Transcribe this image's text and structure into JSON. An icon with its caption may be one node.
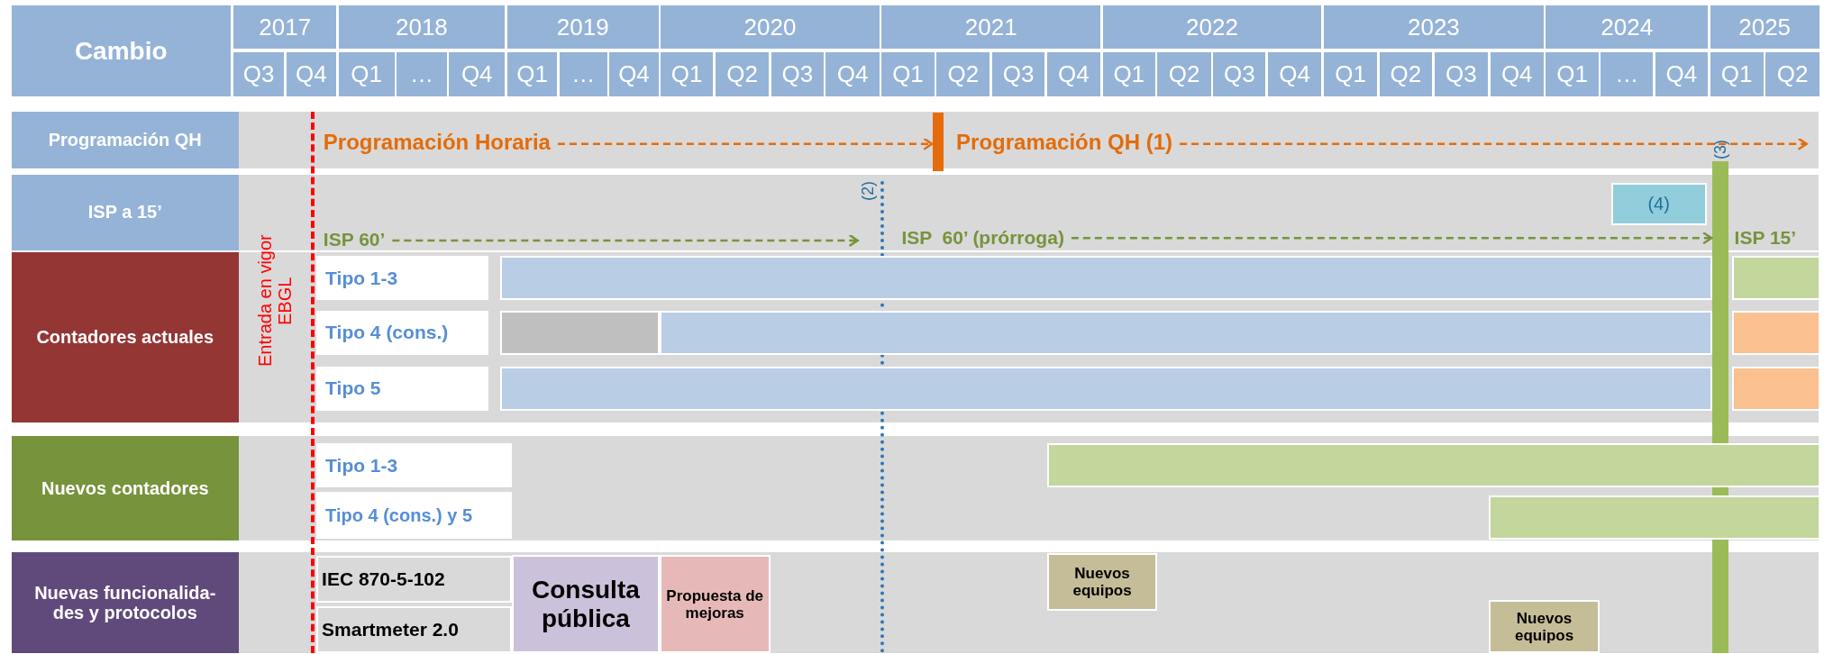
{
  "diagram": {
    "nodes": [
      {
        "text": [
          "Cambio"
        ]
      },
      {
        "text": [
          "2017"
        ]
      },
      {
        "text": [
          "2018"
        ]
      },
      {
        "text": [
          "2019"
        ]
      },
      {
        "text": [
          "2020"
        ]
      },
      {
        "text": [
          "2021"
        ]
      },
      {
        "text": [
          "2022"
        ]
      },
      {
        "text": [
          "2023"
        ]
      },
      {
        "text": [
          "2024"
        ]
      },
      {
        "text": [
          "2025"
        ]
      },
      {
        "text": [
          "Q3"
        ]
      },
      {
        "text": [
          "Q4"
        ]
      },
      {
        "text": [
          "Q1"
        ]
      },
      {
        "text": [
          "…"
        ]
      },
      {
        "text": [
          "Q4"
        ]
      },
      {
        "text": [
          "Q1"
        ]
      },
      {
        "text": [
          "…"
        ]
      },
      {
        "text": [
          "Q4"
        ]
      },
      {
        "text": [
          "Q1"
        ]
      },
      {
        "text": [
          "Q2"
        ]
      },
      {
        "text": [
          "Q3"
        ]
      },
      {
        "text": [
          "Q4"
        ]
      },
      {
        "text": [
          "Q1"
        ]
      },
      {
        "text": [
          "Q2"
        ]
      },
      {
        "text": [
          "Q3"
        ]
      },
      {
        "text": [
          "Q4"
        ]
      },
      {
        "text": [
          "Q1"
        ]
      },
      {
        "text": [
          "Q2"
        ]
      },
      {
        "text": [
          "Q3"
        ]
      },
      {
        "text": [
          "Q4"
        ]
      },
      {
        "text": [
          "Q1"
        ]
      },
      {
        "text": [
          "Q2"
        ]
      },
      {
        "text": [
          "Q3"
        ]
      },
      {
        "text": [
          "Q4"
        ]
      },
      {
        "text": [
          "Q1"
        ]
      },
      {
        "text": [
          "…"
        ]
      },
      {
        "text": [
          "Q4"
        ]
      },
      {
        "text": [
          "Q1"
        ]
      },
      {
        "text": [
          "Q2"
        ]
      },
      {
        "text": [
          "Programación QH"
        ]
      },
      {
        "text": [
          "Programación Horaria"
        ]
      },
      {
        "text": [],
        "shape": "bar"
      },
      {
        "text": [
          "Programación QH (1)"
        ]
      },
      {
        "text": [
          "ISP a 15’"
        ]
      },
      {
        "text": [
          "(4)"
        ]
      },
      {
        "text": [
          "ISP 60’"
        ]
      },
      {
        "text": [
          "(2)"
        ]
      },
      {
        "text": [
          "ISP  60’ (prórroga)"
        ]
      },
      {
        "text": [
          "(3)"
        ]
      },
      {
        "text": [
          "ISP 15’"
        ]
      },
      {
        "text": [
          "Contadores actuales"
        ]
      },
      {
        "text": [
          "Tipo 1-3"
        ]
      },
      {
        "text": [
          "Tipo 4 (cons.)"
        ]
      },
      {
        "text": [
          "Tipo 5"
        ]
      },
      {
        "text": [],
        "shape": "bar"
      },
      {
        "text": [],
        "shape": "bar"
      },
      {
        "text": [],
        "shape": "bar"
      },
      {
        "text": [],
        "shape": "bar"
      },
      {
        "text": [],
        "shape": "bar"
      },
      {
        "text": [],
        "shape": "bar"
      },
      {
        "text": [],
        "shape": "bar"
      },
      {
        "text": [
          "Nuevos contadores"
        ]
      },
      {
        "text": [
          "Tipo 1-3"
        ]
      },
      {
        "text": [
          "Tipo 4 (cons.) y 5"
        ]
      },
      {
        "text": [],
        "shape": "bar"
      },
      {
        "text": [],
        "shape": "bar"
      },
      {
        "text": [
          "Nuevas funcionalida- des y protocolos"
        ]
      },
      {
        "text": [
          "IEC 870-5-102"
        ]
      },
      {
        "text": [
          "Smartmeter 2.0"
        ]
      },
      {
        "text": [
          "Consulta pública"
        ]
      },
      {
        "text": [
          "Propuesta de mejoras"
        ]
      },
      {
        "text": [
          "Nuevos equipos"
        ]
      },
      {
        "text": [
          "Nuevos equipos"
        ]
      },
      {
        "text": [
          "Entrada en vigor EBGL"
        ]
      }
    ],
    "edges": [
      {
        "from": 40,
        "to": 41,
        "arrow": "to",
        "style": "dashed",
        "color": "#e46c0a"
      },
      {
        "from": 42,
        "to": null,
        "arrow": "to",
        "style": "dashed",
        "color": "#e46c0a"
      },
      {
        "from": 45,
        "to": 46,
        "arrow": "to",
        "style": "dashed",
        "color": "#77933c"
      },
      {
        "from": 47,
        "to": 48,
        "arrow": "to",
        "style": "dashed",
        "color": "#77933c"
      }
    ]
  }
}
